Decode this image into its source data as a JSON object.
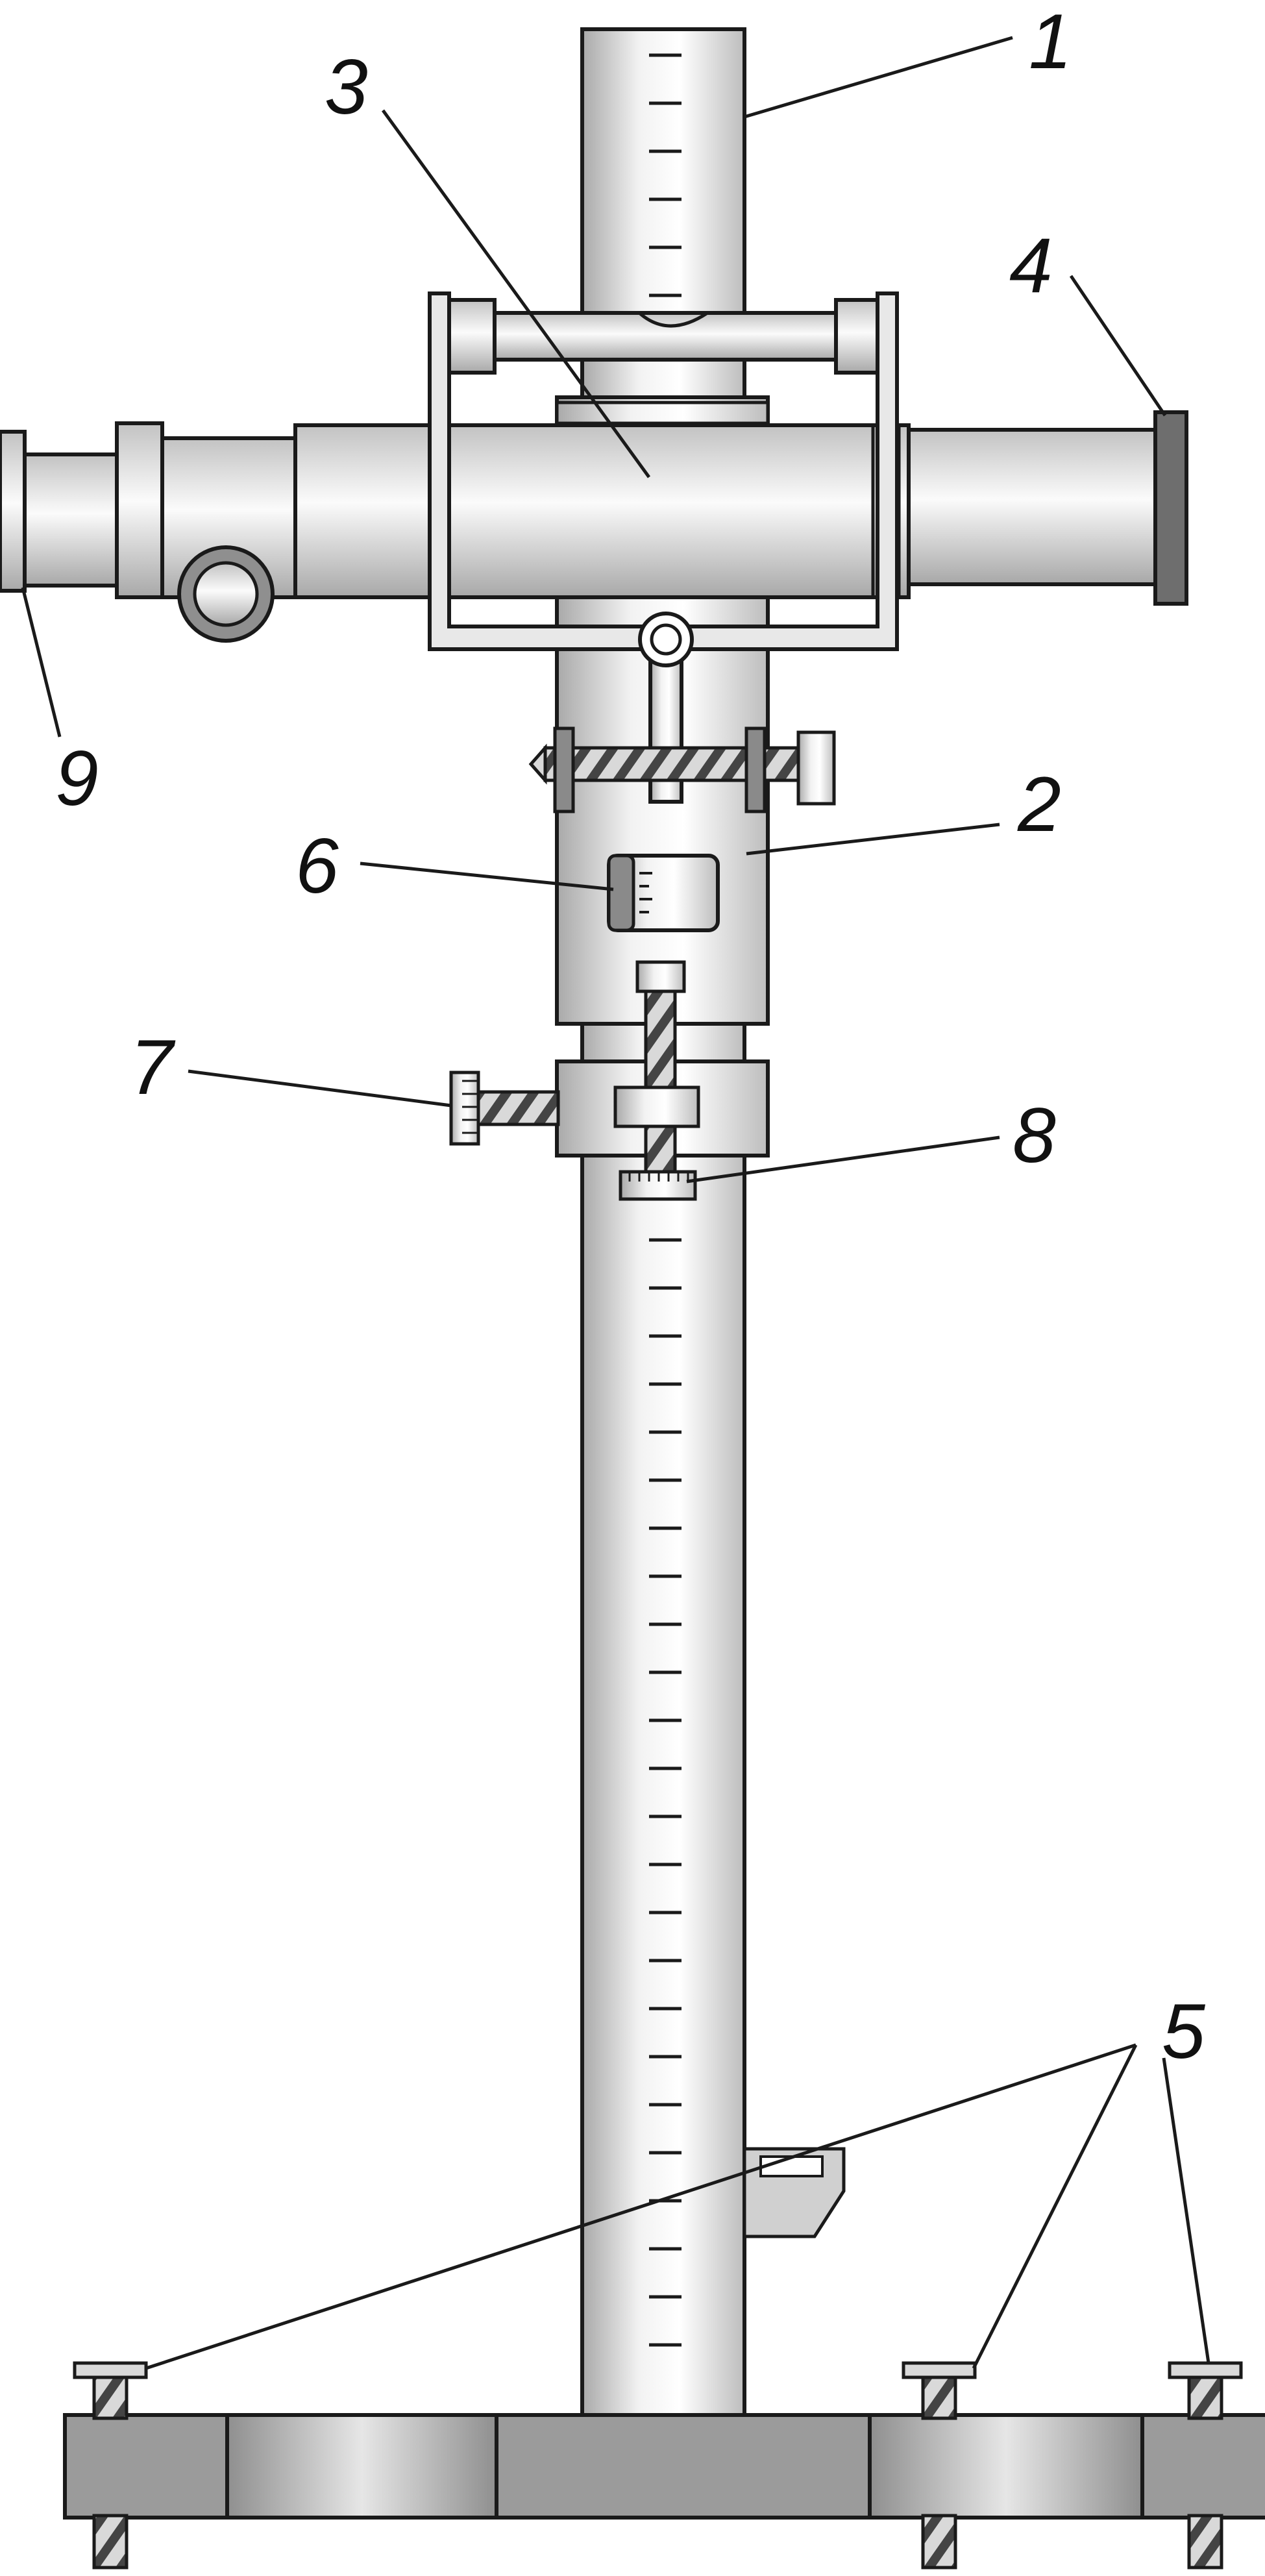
{
  "labels": {
    "one": "1",
    "two": "2",
    "three": "3",
    "four": "4",
    "five": "5",
    "six": "6",
    "seven": "7",
    "eight": "8",
    "nine": "9"
  },
  "colors": {
    "outline": "#1a1a1a",
    "metal_light": "#f4f4f4",
    "metal_mid": "#c8c8c8",
    "metal_dark": "#8a8a8a",
    "base_dark": "#9b9b9b",
    "cap_dark": "#6e6e6e"
  }
}
